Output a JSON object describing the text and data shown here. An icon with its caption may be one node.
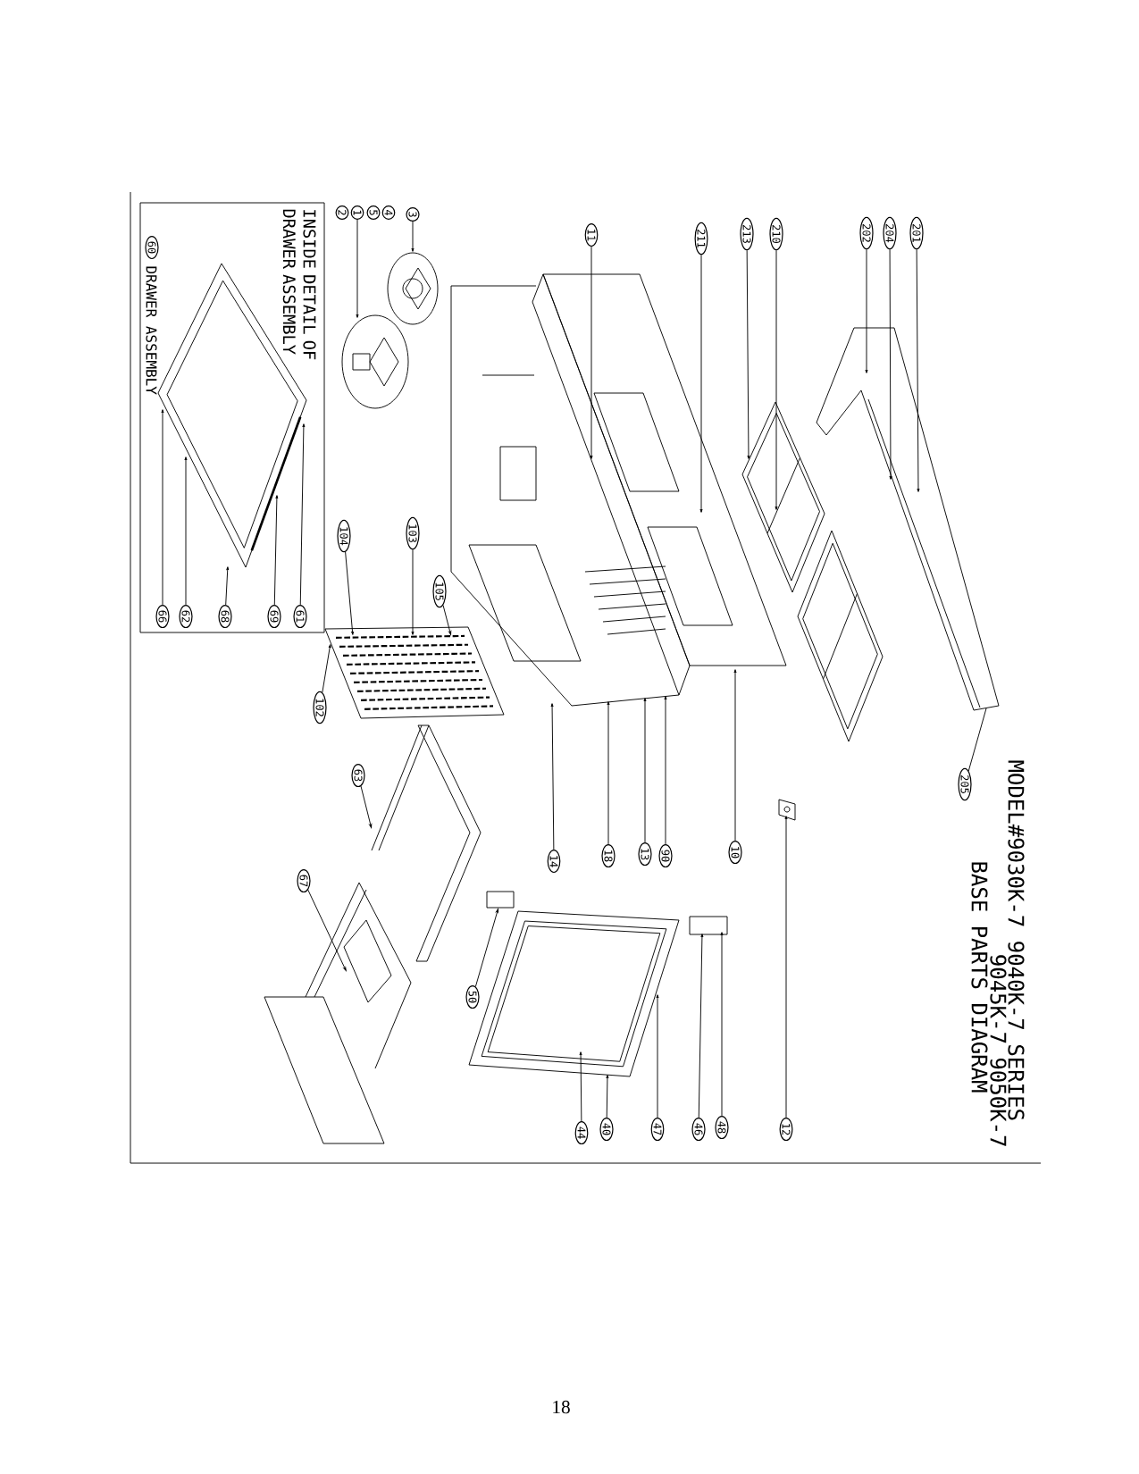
{
  "diagram": {
    "title": "MODEL#9030K-7 9040K-7 SERIES",
    "nodes": [
      {
        "text": [
          "INSIDE DETAIL OF DRAWER ASSEMBLY"
        ]
      },
      {
        "text": [
          "60"
        ],
        "in": 0,
        "beside": [
          "DRAWER ASSEMBLY"
        ]
      },
      {
        "text": [
          "66"
        ],
        "in": 0
      },
      {
        "text": [
          "62"
        ],
        "in": 0
      },
      {
        "text": [
          "68"
        ],
        "in": 0
      },
      {
        "text": [
          "69"
        ],
        "in": 0
      },
      {
        "text": [
          "61"
        ],
        "in": 0
      },
      {
        "text": [
          "2"
        ]
      },
      {
        "text": [
          "1"
        ]
      },
      {
        "text": [
          "5"
        ]
      },
      {
        "text": [
          "4"
        ]
      },
      {
        "text": [
          "3"
        ]
      },
      {
        "text": [
          "11"
        ]
      },
      {
        "text": [
          "211"
        ]
      },
      {
        "text": [
          "213"
        ]
      },
      {
        "text": [
          "210"
        ]
      },
      {
        "text": [
          "202"
        ]
      },
      {
        "text": [
          "204"
        ]
      },
      {
        "text": [
          "201"
        ]
      },
      {
        "text": [
          "104"
        ]
      },
      {
        "text": [
          "103"
        ]
      },
      {
        "text": [
          "105"
        ]
      },
      {
        "text": [
          "102"
        ]
      },
      {
        "text": [
          "63"
        ]
      },
      {
        "text": [
          "67"
        ]
      },
      {
        "text": [
          "14"
        ]
      },
      {
        "text": [
          "50"
        ]
      },
      {
        "text": [
          "18"
        ]
      },
      {
        "text": [
          "13"
        ]
      },
      {
        "text": [
          "90"
        ]
      },
      {
        "text": [
          "10"
        ]
      },
      {
        "text": [
          "44"
        ]
      },
      {
        "text": [
          "40"
        ]
      },
      {
        "text": [
          "47"
        ]
      },
      {
        "text": [
          "46"
        ]
      },
      {
        "text": [
          "48"
        ]
      },
      {
        "text": [
          "12"
        ]
      },
      {
        "text": [
          "205"
        ]
      },
      {
        "text": [],
        "shape": "picture",
        "in": 0
      },
      {
        "text": [],
        "shape": "picture"
      },
      {
        "text": [],
        "shape": "picture"
      },
      {
        "text": [],
        "shape": "picture"
      },
      {
        "text": [],
        "shape": "picture"
      },
      {
        "text": [],
        "shape": "picture"
      },
      {
        "text": [],
        "shape": "picture"
      },
      {
        "text": [],
        "shape": "picture"
      },
      {
        "text": [],
        "shape": "picture"
      },
      {
        "text": [],
        "shape": "picture"
      },
      {
        "text": [],
        "shape": "picture"
      }
    ],
    "edges": [
      {
        "from": 2,
        "to": 38,
        "arrow": "to"
      },
      {
        "from": 3,
        "to": 38,
        "arrow": "to"
      },
      {
        "from": 4,
        "to": 38,
        "arrow": "to"
      },
      {
        "from": 5,
        "to": 38,
        "arrow": "to"
      },
      {
        "from": 6,
        "to": 38,
        "arrow": "to"
      },
      {
        "from": 8,
        "to": 39,
        "arrow": "to"
      },
      {
        "from": 11,
        "to": 40,
        "arrow": "to"
      },
      {
        "from": 12,
        "to": 41,
        "arrow": "to"
      },
      {
        "from": 13,
        "to": 41,
        "arrow": "to"
      },
      {
        "from": 14,
        "to": 42,
        "arrow": "to"
      },
      {
        "from": 15,
        "to": 42,
        "arrow": "to"
      },
      {
        "from": 16,
        "to": 43,
        "arrow": "to"
      },
      {
        "from": 17,
        "to": 43,
        "arrow": "to"
      },
      {
        "from": 18,
        "to": 43,
        "arrow": "to"
      },
      {
        "from": 19,
        "to": 44,
        "arrow": "to"
      },
      {
        "from": 20,
        "to": 44,
        "arrow": "to"
      },
      {
        "from": 21,
        "to": 44,
        "arrow": "to"
      },
      {
        "from": 22,
        "to": 44,
        "arrow": "to"
      },
      {
        "from": 23,
        "to": 45,
        "arrow": "to"
      },
      {
        "from": 24,
        "to": 46,
        "arrow": "to"
      },
      {
        "from": 25,
        "to": 41,
        "arrow": "to"
      },
      {
        "from": 26,
        "to": 47,
        "arrow": "to"
      },
      {
        "from": 27,
        "to": 41,
        "arrow": "to"
      },
      {
        "from": 28,
        "to": 41,
        "arrow": "to"
      },
      {
        "from": 29,
        "to": 41,
        "arrow": "to"
      },
      {
        "from": 30,
        "to": 41,
        "arrow": "to"
      },
      {
        "from": 31,
        "to": 47,
        "arrow": "to"
      },
      {
        "from": 32,
        "to": 47,
        "arrow": "to"
      },
      {
        "from": 33,
        "to": 47,
        "arrow": "to"
      },
      {
        "from": 34,
        "to": 47,
        "arrow": "to"
      },
      {
        "from": 35,
        "to": 47,
        "arrow": "to"
      },
      {
        "from": 36,
        "to": 48,
        "arrow": "to"
      },
      {
        "from": 37,
        "to": 43,
        "arrow": "none"
      }
    ],
    "labels": [
      "9045K-7 9050K-7",
      "BASE PARTS DIAGRAM",
      "18"
    ]
  }
}
